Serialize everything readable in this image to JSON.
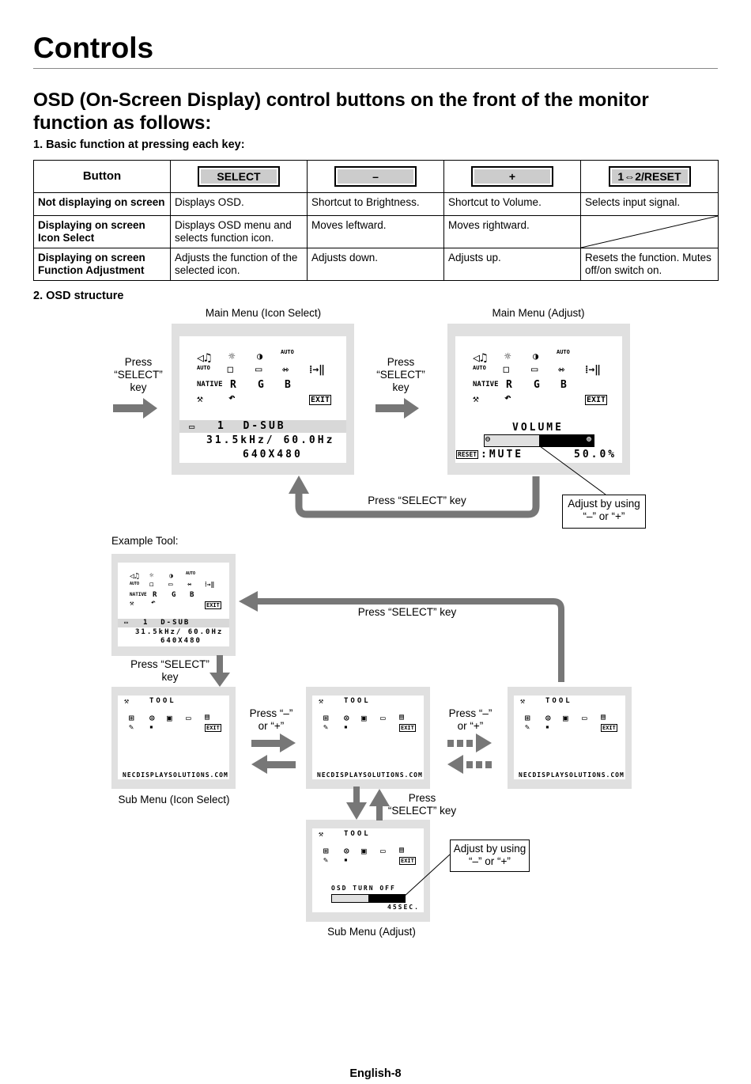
{
  "page": {
    "title": "Controls",
    "subtitle": "OSD (On-Screen Display) control buttons on the front of the monitor function as follows:",
    "section1": "1. Basic function at pressing each key:",
    "section2": "2. OSD structure",
    "footer": "English-8"
  },
  "key_table": {
    "header_label": "Button",
    "buttons": [
      "SELECT",
      "–",
      "+",
      "1⇔2/RESET"
    ],
    "rows": [
      {
        "label": "Not displaying on screen",
        "cells": [
          "Displays OSD.",
          "Shortcut to Brightness.",
          "Shortcut to Volume.",
          "Selects input signal."
        ]
      },
      {
        "label": "Displaying on screen Icon Select",
        "cells": [
          "Displays OSD menu and selects function icon.",
          "Moves leftward.",
          "Moves rightward.",
          ""
        ]
      },
      {
        "label": "Displaying on screen Function Adjustment",
        "cells": [
          "Adjusts the function of the selected icon.",
          "Adjusts down.",
          "Adjusts up.",
          "Resets the function. Mutes off/on switch on."
        ]
      }
    ]
  },
  "diagram": {
    "main_menu_icon_select": "Main Menu (Icon Select)",
    "main_menu_adjust": "Main Menu (Adjust)",
    "press_select_key_stacked": "Press “SELECT” key",
    "press_select_key": "Press “SELECT” key",
    "adjust_by_using": "Adjust by using “–” or “+”",
    "example_tool": "Example Tool:",
    "press_minus_plus": "Press “–” or “+”",
    "sub_menu_icon_select": "Sub Menu (Icon Select)",
    "sub_menu_adjust": "Sub Menu (Adjust)"
  },
  "osd": {
    "icon_row3_native": "NATIVE",
    "icon_rgb": [
      "R",
      "G",
      "B"
    ],
    "exit": "EXIT",
    "auto": "AUTO",
    "input_line": "1  D-SUB",
    "freq_line": "31.5kHz/ 60.0Hz",
    "res_line": "640X480",
    "volume_label": "VOLUME",
    "mute_label": "MUTE",
    "reset_tag": "RESET",
    "volume_value": "50.0%",
    "volume_level_fraction": 0.5,
    "tool_label": "TOOL",
    "url": "NECDISPLAYSOLUTIONS.COM",
    "osd_turn_off": "OSD TURN OFF",
    "osd_turn_off_value": "45SEC.",
    "osd_turn_off_fraction": 0.5
  }
}
